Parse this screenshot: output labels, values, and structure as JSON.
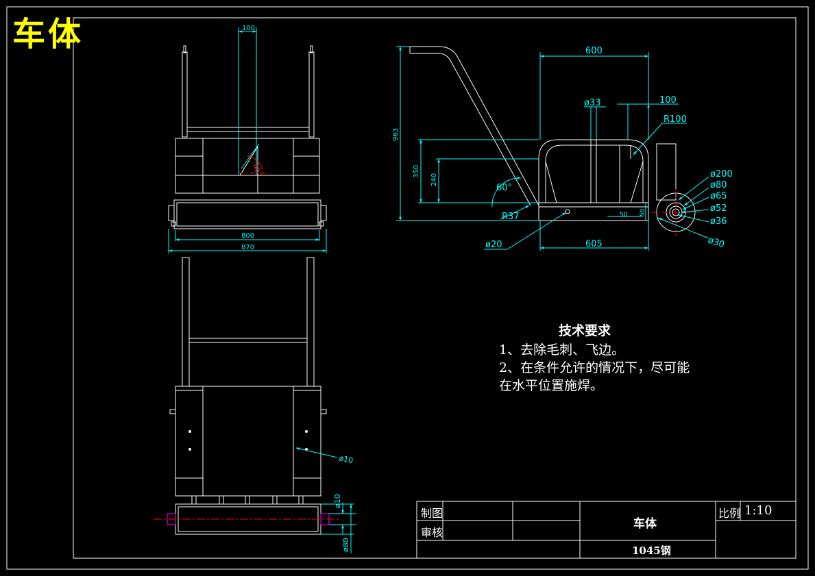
{
  "sheet": {
    "big_title": "车体"
  },
  "tech_requirements": {
    "title": "技术要求",
    "items": [
      "1、去除毛刺、飞边。",
      "2、在条件允许的情况下，尽可能",
      "在水平位置施焊。"
    ]
  },
  "title_block": {
    "drawn_label": "制图",
    "checked_label": "审核",
    "part_name": "车体",
    "scale_label": "比例",
    "scale_value": "1:10",
    "material": "1045钢"
  },
  "dimensions": {
    "top_width": "100",
    "angle_45": "45°",
    "inner_width": "800",
    "outer_width": "870",
    "side_length": "600",
    "side_offset": "100",
    "tube_dia": "ø33",
    "radius_100": "R100",
    "height_963": "963",
    "height_350": "350",
    "height_240": "240",
    "angle_60": "60°",
    "radius_37": "R37",
    "base_length": "605",
    "dim_50a": "50",
    "dim_50b": "50",
    "pin_dia_20": "ø20",
    "wheel_200": "ø200",
    "wheel_80": "ø80",
    "wheel_65": "ø65",
    "wheel_52": "ø52",
    "wheel_36": "ø36",
    "wheel_30": "ø30",
    "hole_dia_10": "ø10",
    "axle_dia_10": "ø10",
    "axle_dia_80": "ø80"
  },
  "colors": {
    "outline": "#ffffff",
    "dimension": "#00ffff",
    "centerline": "#ff0000",
    "title": "#ffff00",
    "bearing": "#ff00ff"
  }
}
